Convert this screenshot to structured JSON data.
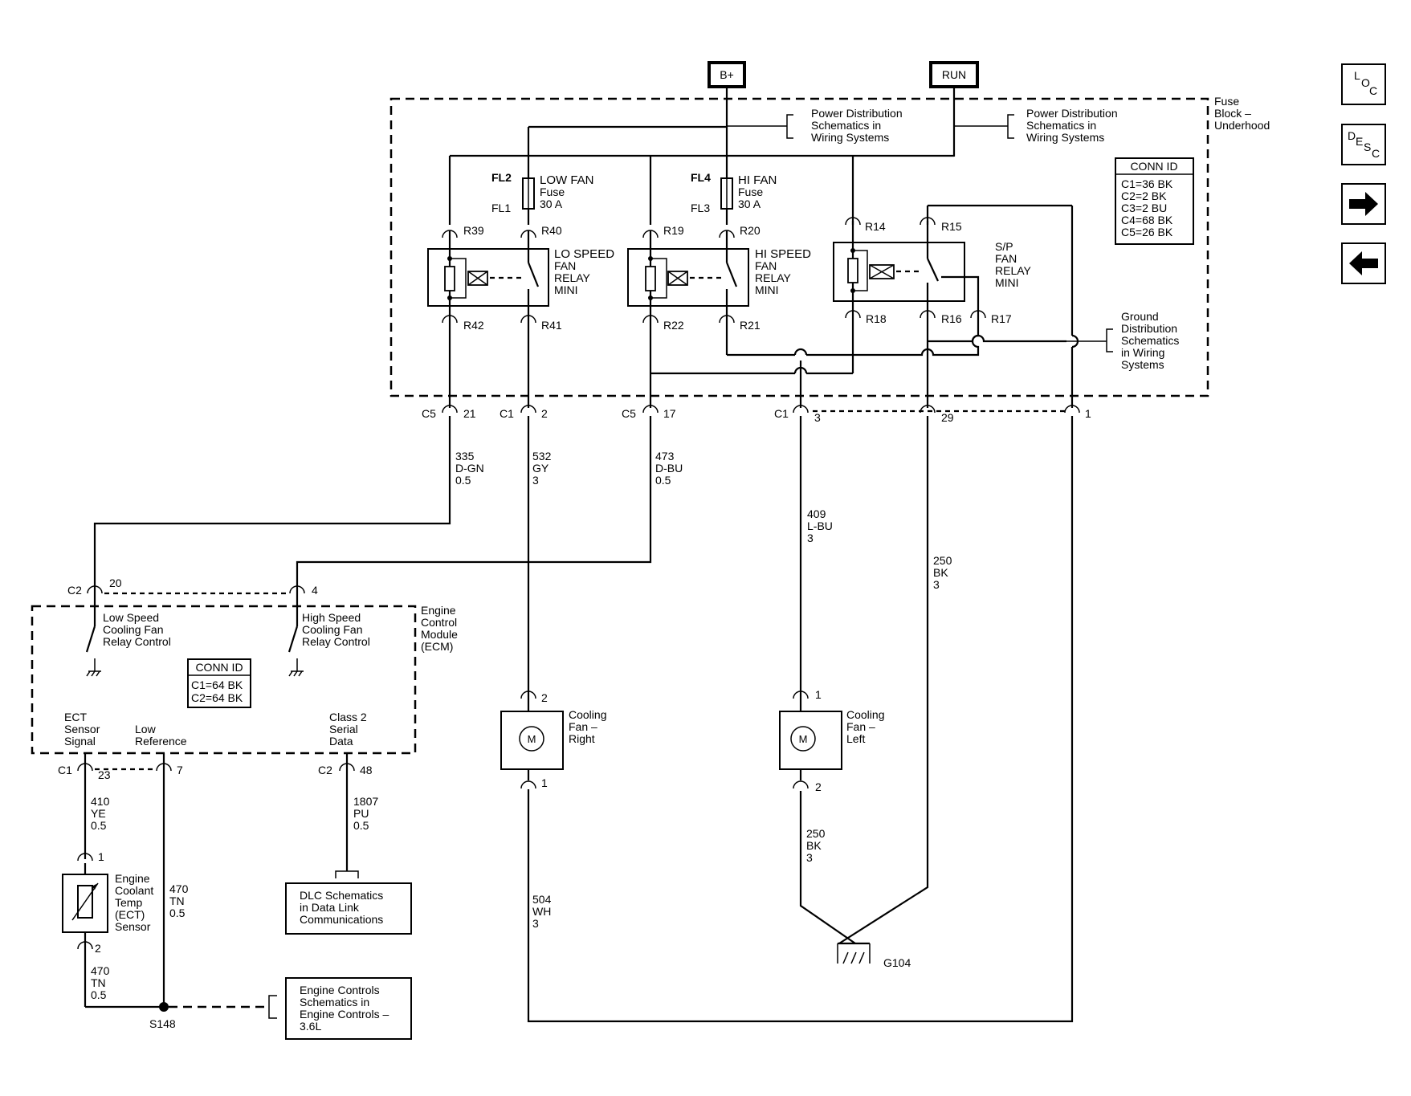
{
  "power": {
    "bplus": "B+",
    "run": "RUN"
  },
  "fuse_block": {
    "title": [
      "Fuse",
      "Block –",
      "Underhood"
    ],
    "power_ref_1": [
      "Power Distribution",
      "Schematics in",
      "Wiring Systems"
    ],
    "power_ref_2": [
      "Power Distribution",
      "Schematics in",
      "Wiring Systems"
    ],
    "ground_ref": [
      "Ground",
      "Distribution",
      "Schematics",
      "in Wiring",
      "Systems"
    ],
    "conn_id": {
      "title": "CONN ID",
      "lines": [
        "C1=36 BK",
        "C2=2 BK",
        "C3=2 BU",
        "C4=68 BK",
        "C5=26 BK"
      ]
    },
    "fuses": [
      {
        "top": "FL2",
        "bottom": "FL1",
        "label": [
          "LOW FAN",
          "Fuse",
          "30 A"
        ]
      },
      {
        "top": "FL4",
        "bottom": "FL3",
        "label": [
          "HI FAN",
          "Fuse",
          "30 A"
        ]
      }
    ],
    "relays": [
      {
        "label": [
          "LO SPEED",
          "FAN",
          "RELAY",
          "MINI"
        ],
        "pins": [
          "R39",
          "R40",
          "R42",
          "R41"
        ]
      },
      {
        "label": [
          "HI SPEED",
          "FAN",
          "RELAY",
          "MINI"
        ],
        "pins": [
          "R19",
          "R20",
          "R22",
          "R21"
        ]
      },
      {
        "label": [
          "S/P",
          "FAN",
          "RELAY",
          "MINI"
        ],
        "pins": [
          "R14",
          "R15",
          "R18",
          "R16",
          "R17"
        ]
      }
    ]
  },
  "connectors": {
    "c5_21": {
      "conn": "C5",
      "pin": "21"
    },
    "c1_2": {
      "conn": "C1",
      "pin": "2"
    },
    "c5_17": {
      "conn": "C5",
      "pin": "17"
    },
    "c1_3": {
      "conn": "C1",
      "pin": "3"
    },
    "pin_29": "29",
    "pin_1": "1"
  },
  "wires": {
    "w335": [
      "335",
      "D-GN",
      "0.5"
    ],
    "w532": [
      "532",
      "GY",
      "3"
    ],
    "w473": [
      "473",
      "D-BU",
      "0.5"
    ],
    "w409": [
      "409",
      "L-BU",
      "3"
    ],
    "w250a": [
      "250",
      "BK",
      "3"
    ],
    "w250b": [
      "250",
      "BK",
      "3"
    ],
    "w504": [
      "504",
      "WH",
      "3"
    ],
    "w410": [
      "410",
      "YE",
      "0.5"
    ],
    "w470a": [
      "470",
      "TN",
      "0.5"
    ],
    "w470b": [
      "470",
      "TN",
      "0.5"
    ],
    "w1807": [
      "1807",
      "PU",
      "0.5"
    ]
  },
  "ecm": {
    "title": [
      "Engine",
      "Control",
      "Module",
      "(ECM)"
    ],
    "c2_20": {
      "conn": "C2",
      "pin": "20"
    },
    "pin_4": "4",
    "low_speed": [
      "Low Speed",
      "Cooling Fan",
      "Relay Control"
    ],
    "high_speed": [
      "High Speed",
      "Cooling Fan",
      "Relay Control"
    ],
    "conn_id": {
      "title": "CONN ID",
      "lines": [
        "C1=64 BK",
        "C2=64 BK"
      ]
    },
    "ect_signal": [
      "ECT",
      "Sensor",
      "Signal"
    ],
    "low_reference": [
      "Low",
      "Reference"
    ],
    "class2": [
      "Class 2",
      "Serial",
      "Data"
    ],
    "c1_23": {
      "conn": "C1",
      "pin": "23"
    },
    "pin_7": "7",
    "c2_48": {
      "conn": "C2",
      "pin": "48"
    }
  },
  "fans": {
    "right": {
      "label": [
        "Cooling",
        "Fan –",
        "Right"
      ],
      "pin_top": "2",
      "pin_bottom": "1",
      "motor": "M"
    },
    "left": {
      "label": [
        "Cooling",
        "Fan –",
        "Left"
      ],
      "pin_top": "1",
      "pin_bottom": "2",
      "motor": "M"
    }
  },
  "ect_sensor": {
    "label": [
      "Engine",
      "Coolant",
      "Temp",
      "(ECT)",
      "Sensor"
    ],
    "pin_top": "1",
    "pin_bottom": "2"
  },
  "ground": "G104",
  "splice": "S148",
  "dlc_ref": [
    "DLC Schematics",
    "in Data Link",
    "Communications"
  ],
  "engine_controls_ref": [
    "Engine Controls",
    "Schematics in",
    "Engine Controls –",
    "3.6L"
  ],
  "nav": {
    "loc": {
      "l": "L",
      "o": "O",
      "c": "C"
    },
    "desc": {
      "d": "D",
      "e": "E",
      "s": "S",
      "c": "C"
    }
  }
}
